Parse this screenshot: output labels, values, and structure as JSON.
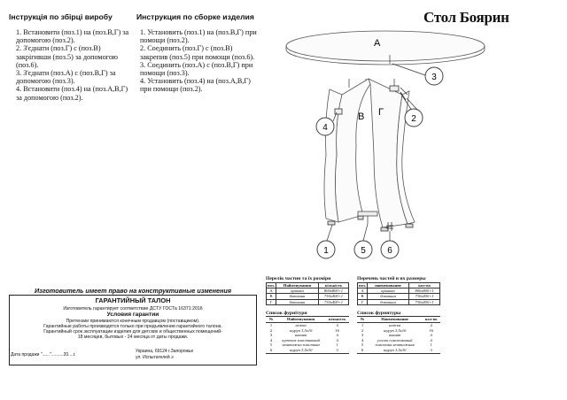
{
  "title": "Стол Боярин",
  "instructions_ua": {
    "heading": "Інструкція по збірці виробу",
    "lines": [
      "1. Встановити (поз.1) на (поз.В,Г) за",
      "допомогою (поз.2).",
      "2. З'єднати (поз.Г) с (поз.В)",
      "закрігивши (поз.5) за допомогою",
      "(поз.6).",
      "3. З'єднати (поз.А) с (поз.В,Г) за",
      "допомогою (поз.3).",
      "4. Встановити (поз.4) на (поз.А,В,Г)",
      "за допомогою (поз.2)."
    ]
  },
  "instructions_ru": {
    "heading": "Инструкция по сборке изделия",
    "lines": [
      "1. Установить (поз.1) на (поз.В,Г) при",
      "помощи (поз.2).",
      "2. Соединить (поз.Г) с (поз.В)",
      "закрепив (поз.5) при помощи (поз.6).",
      "3. Соединить (поз.А) с (поз.В,Г) при",
      "помощи (поз.3).",
      "4. Установить (поз.4) на (поз.А,В,Г)",
      "при помощи (поз.2)."
    ]
  },
  "diagram": {
    "labels": {
      "A": "А",
      "B": "В",
      "G": "Г",
      "n1": "1",
      "n2": "2",
      "n3": "3",
      "n4": "4",
      "n5": "5",
      "n6": "6"
    }
  },
  "warranty": {
    "manufacturer_note": "Изготовитель имеет право на конструктивные изменения",
    "title": "ГАРАНТИЙНЫЙ ТАЛОН",
    "line1": "Изготовитель гарантирует соответствие ДСТУ ГОСТа 16371:2016",
    "line2": "Условия гарантии",
    "line3": "Претензии принимаются конечным продавцом (поставщиком).",
    "line4": "Гарантийные работы производятся только при предъявлении гарантийного талона.",
    "line5": "Гарантийный срок эксплуатации изделия для детских и общественных помещений-",
    "line6": "18 месяцев, бытовых - 24 месяца от даты продажи.",
    "sale_date": "Дата продажи \"......\"..........20....г.",
    "address1": "Украина, 69124 г.Запорожье",
    "address2": "ул. Испытателей э"
  },
  "parts_ua": {
    "title": "Перелік частин та їх розміри",
    "headers": [
      "поз.",
      "Найменування",
      "кількість"
    ],
    "rows": [
      [
        "А",
        "кришка",
        "800х800×1"
      ],
      [
        "В",
        "боковина",
        "730х400×1"
      ],
      [
        "Г",
        "боковина",
        "730х400×1"
      ]
    ]
  },
  "parts_ru": {
    "title": "Перечень частей и их размеры",
    "headers": [
      "поз.",
      "наименование",
      "кол-во"
    ],
    "rows": [
      [
        "А",
        "крышка",
        "800х800×1"
      ],
      [
        "В",
        "боковина",
        "730х400×1"
      ],
      [
        "Г",
        "боковина",
        "730х400×1"
      ]
    ]
  },
  "fittings_ua": {
    "title": "Список фурнітури",
    "headers": [
      "№",
      "Найменування",
      "кількість"
    ],
    "rows": [
      [
        "1",
        "ніжка",
        "4"
      ],
      [
        "2",
        "шуруп 3,5х16",
        "16"
      ],
      [
        "3",
        "шкант",
        "4"
      ],
      [
        "4",
        "куточок пластиковий",
        "4"
      ],
      [
        "5",
        "монтажна пластина",
        "1"
      ],
      [
        "6",
        "шуруп 3,5х30",
        "3"
      ]
    ]
  },
  "fittings_ru": {
    "title": "Список фурнитуры",
    "headers": [
      "№",
      "Наименование",
      "кол-во"
    ],
    "rows": [
      [
        "1",
        "ножка",
        "4"
      ],
      [
        "2",
        "шуруп 3,5х16",
        "16"
      ],
      [
        "3",
        "шкант",
        "4"
      ],
      [
        "4",
        "уголок пластиковый",
        "4"
      ],
      [
        "5",
        "пластина монтажная",
        "1"
      ],
      [
        "6",
        "шуруп 3,5х30",
        "3"
      ]
    ]
  },
  "colors": {
    "table_fill": "#f1eeef",
    "line": "#555555"
  }
}
